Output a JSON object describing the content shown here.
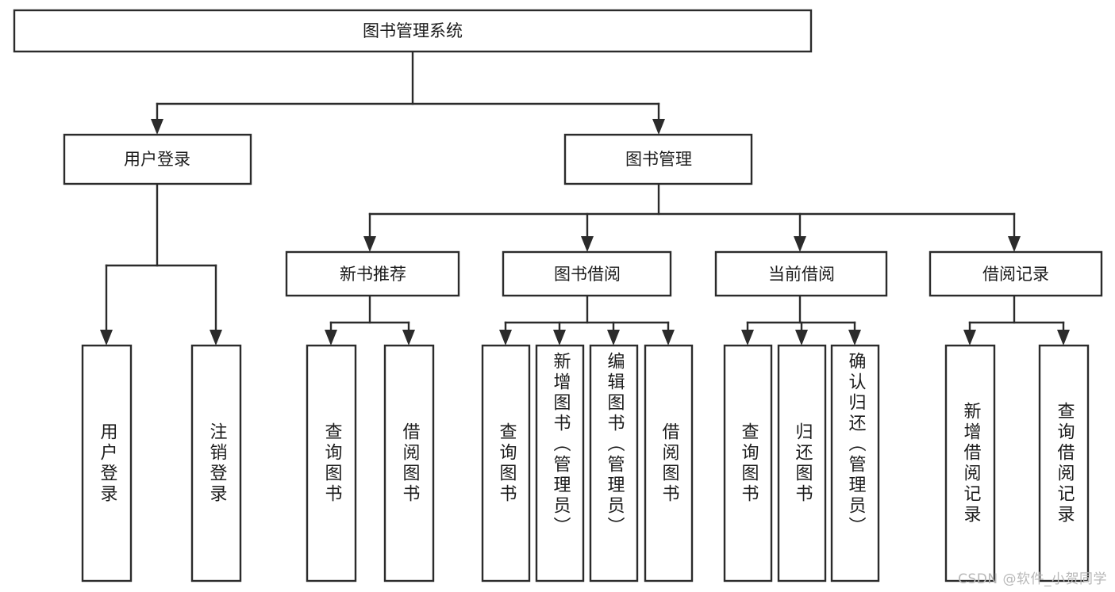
{
  "diagram": {
    "title": "图书管理系统",
    "watermark": "CSDN @软件_小贺同学",
    "colors": {
      "background": "#ffffff",
      "stroke": "#2b2b2b",
      "text": "#1c1c1c",
      "watermark": "#b8b8b8"
    },
    "root": {
      "label": "图书管理系统"
    },
    "level1": [
      {
        "label": "用户登录"
      },
      {
        "label": "图书管理"
      }
    ],
    "level2": [
      {
        "label": "新书推荐"
      },
      {
        "label": "图书借阅"
      },
      {
        "label": "当前借阅"
      },
      {
        "label": "借阅记录"
      }
    ],
    "leaves": {
      "user_login": [
        {
          "label": "用户登录"
        },
        {
          "label": "注销登录"
        }
      ],
      "new_book": [
        {
          "label": "查询图书"
        },
        {
          "label": "借阅图书"
        }
      ],
      "book_borrow": [
        {
          "label": "查询图书"
        },
        {
          "label": "新增图书（管理员）"
        },
        {
          "label": "编辑图书（管理员）"
        },
        {
          "label": "借阅图书"
        }
      ],
      "current_borrow": [
        {
          "label": "查询图书"
        },
        {
          "label": "归还图书"
        },
        {
          "label": "确认归还（管理员）"
        }
      ],
      "borrow_record": [
        {
          "label": "新增借阅记录"
        },
        {
          "label": "查询借阅记录"
        }
      ]
    }
  },
  "chart_data": {
    "type": "diagram",
    "subtype": "tree-hierarchy",
    "title": "图书管理系统",
    "orientation": "top-down",
    "nodes": [
      {
        "id": "root",
        "label": "图书管理系统",
        "level": 0,
        "parent": null
      },
      {
        "id": "user-login",
        "label": "用户登录",
        "level": 1,
        "parent": "root"
      },
      {
        "id": "book-manage",
        "label": "图书管理",
        "level": 1,
        "parent": "root"
      },
      {
        "id": "new-book",
        "label": "新书推荐",
        "level": 2,
        "parent": "book-manage"
      },
      {
        "id": "book-borrow",
        "label": "图书借阅",
        "level": 2,
        "parent": "book-manage"
      },
      {
        "id": "current-borrow",
        "label": "当前借阅",
        "level": 2,
        "parent": "book-manage"
      },
      {
        "id": "borrow-record",
        "label": "借阅记录",
        "level": 2,
        "parent": "book-manage"
      },
      {
        "id": "ul-1",
        "label": "用户登录",
        "level": 3,
        "parent": "user-login"
      },
      {
        "id": "ul-2",
        "label": "注销登录",
        "level": 3,
        "parent": "user-login"
      },
      {
        "id": "nb-1",
        "label": "查询图书",
        "level": 3,
        "parent": "new-book"
      },
      {
        "id": "nb-2",
        "label": "借阅图书",
        "level": 3,
        "parent": "new-book"
      },
      {
        "id": "bb-1",
        "label": "查询图书",
        "level": 3,
        "parent": "book-borrow"
      },
      {
        "id": "bb-2",
        "label": "新增图书（管理员）",
        "level": 3,
        "parent": "book-borrow"
      },
      {
        "id": "bb-3",
        "label": "编辑图书（管理员）",
        "level": 3,
        "parent": "book-borrow"
      },
      {
        "id": "bb-4",
        "label": "借阅图书",
        "level": 3,
        "parent": "book-borrow"
      },
      {
        "id": "cb-1",
        "label": "查询图书",
        "level": 3,
        "parent": "current-borrow"
      },
      {
        "id": "cb-2",
        "label": "归还图书",
        "level": 3,
        "parent": "current-borrow"
      },
      {
        "id": "cb-3",
        "label": "确认归还（管理员）",
        "level": 3,
        "parent": "current-borrow"
      },
      {
        "id": "br-1",
        "label": "新增借阅记录",
        "level": 3,
        "parent": "borrow-record"
      },
      {
        "id": "br-2",
        "label": "查询借阅记录",
        "level": 3,
        "parent": "borrow-record"
      }
    ]
  }
}
